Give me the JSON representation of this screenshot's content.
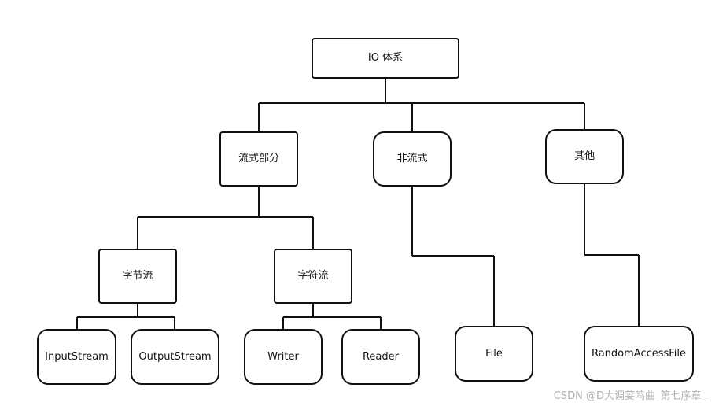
{
  "diagram": {
    "type": "tree",
    "nodes": {
      "root": "IO 体系",
      "stream": "流式部分",
      "non_stream": "非流式",
      "other": "其他",
      "byte_stream": "字节流",
      "char_stream": "字符流",
      "input_stream": "InputStream",
      "output_stream": "OutputStream",
      "writer": "Writer",
      "reader": "Reader",
      "file": "File",
      "random_access_file": "RandomAccessFile"
    },
    "edges": [
      [
        "root",
        "stream"
      ],
      [
        "root",
        "non_stream"
      ],
      [
        "root",
        "other"
      ],
      [
        "stream",
        "byte_stream"
      ],
      [
        "stream",
        "char_stream"
      ],
      [
        "byte_stream",
        "input_stream"
      ],
      [
        "byte_stream",
        "output_stream"
      ],
      [
        "char_stream",
        "writer"
      ],
      [
        "char_stream",
        "reader"
      ],
      [
        "non_stream",
        "file"
      ],
      [
        "other",
        "random_access_file"
      ]
    ],
    "colors": {
      "line": "#111111",
      "node_border": "#111111",
      "background": "#ffffff",
      "watermark": "#b0b0b0"
    }
  },
  "watermark": "CSDN @D大调荽鸣曲_第七序章_"
}
